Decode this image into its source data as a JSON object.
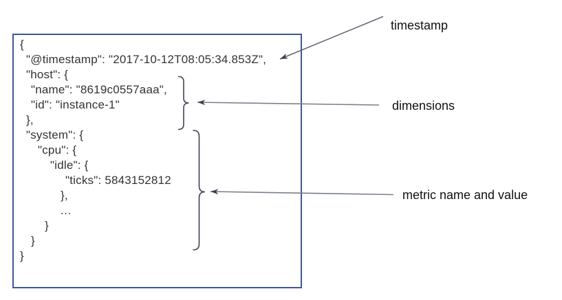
{
  "code_box": {
    "lines": [
      "{",
      "\"@timestamp\": \"2017-10-12T08:05:34.853Z\",",
      "\"host\": {",
      "\"name\": \"8619c0557aaa\",",
      "\"id\": \"instance-1\"",
      "},",
      "\"system\": {",
      "\"cpu\": {",
      "\"idle\": {",
      "\"ticks\": 5843152812",
      "},",
      "…",
      "}",
      "}",
      "}"
    ]
  },
  "labels": {
    "timestamp": "timestamp",
    "dimensions": "dimensions",
    "metric": "metric name and value"
  },
  "colors": {
    "box_border": "#3b5894",
    "code_text": "#333333",
    "label_text": "#0f1014",
    "arrow_line": "#76808c",
    "arrow_head": "#39404e",
    "brace": "#3d4450"
  }
}
